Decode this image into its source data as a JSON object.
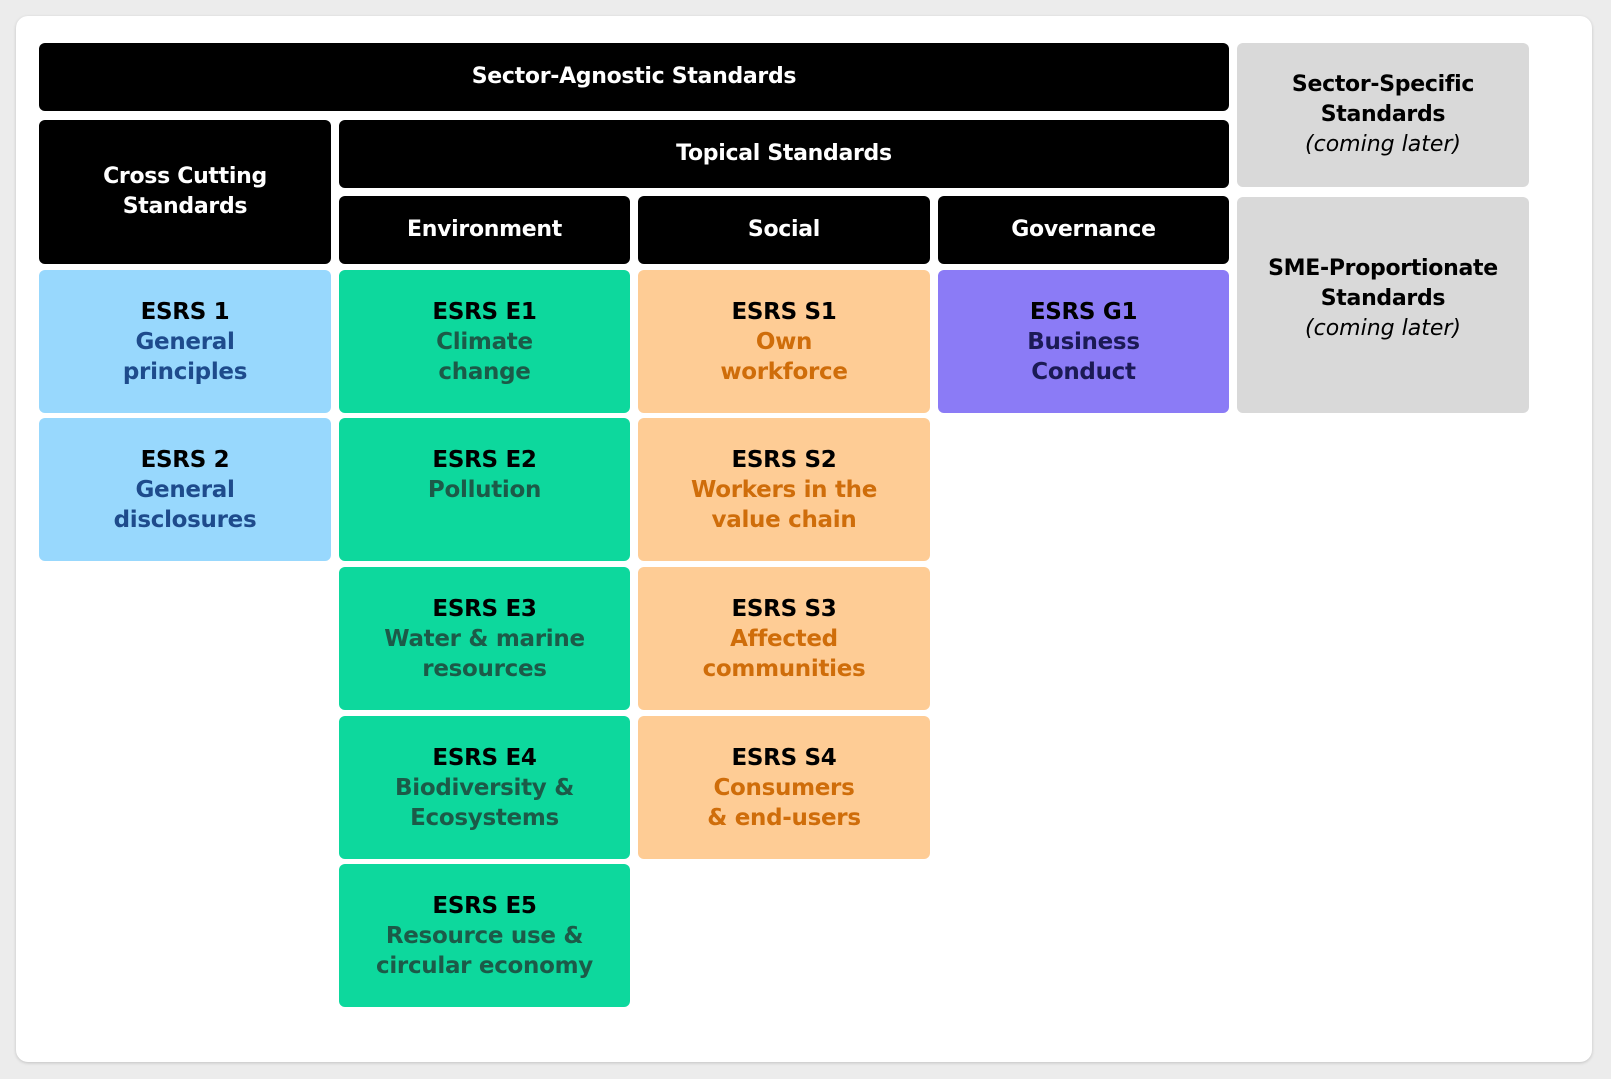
{
  "headers": {
    "sector_agnostic": "Sector-Agnostic Standards",
    "cross_cutting": "Cross Cutting\nStandards",
    "topical": "Topical Standards",
    "environment": "Environment",
    "social": "Social",
    "governance": "Governance"
  },
  "side_panels": {
    "sector_specific": {
      "title": "Sector-Specific\nStandards",
      "note": "(coming later)"
    },
    "sme": {
      "title": "SME-Proportionate\nStandards",
      "note": "(coming later)"
    }
  },
  "cross_cutting": [
    {
      "code": "ESRS 1",
      "name": "General\nprinciples"
    },
    {
      "code": "ESRS 2",
      "name": "General\ndisclosures"
    }
  ],
  "environment": [
    {
      "code": "ESRS E1",
      "name": "Climate\nchange"
    },
    {
      "code": "ESRS E2",
      "name": "Pollution"
    },
    {
      "code": "ESRS E3",
      "name": "Water & marine\nresources"
    },
    {
      "code": "ESRS E4",
      "name": "Biodiversity &\nEcosystems"
    },
    {
      "code": "ESRS E5",
      "name": "Resource use &\ncircular economy"
    }
  ],
  "social": [
    {
      "code": "ESRS S1",
      "name": "Own\nworkforce"
    },
    {
      "code": "ESRS S2",
      "name": "Workers in the\nvalue chain"
    },
    {
      "code": "ESRS S3",
      "name": "Affected\ncommunities"
    },
    {
      "code": "ESRS S4",
      "name": "Consumers\n& end-users"
    }
  ],
  "governance": [
    {
      "code": "ESRS G1",
      "name": "Business\nConduct"
    }
  ],
  "colors": {
    "header": "#000000",
    "cross_cutting": "#98d8fd",
    "environment": "#0dd89d",
    "social": "#fecc95",
    "governance": "#8b7bf6",
    "coming_later": "#d9d9d9"
  }
}
